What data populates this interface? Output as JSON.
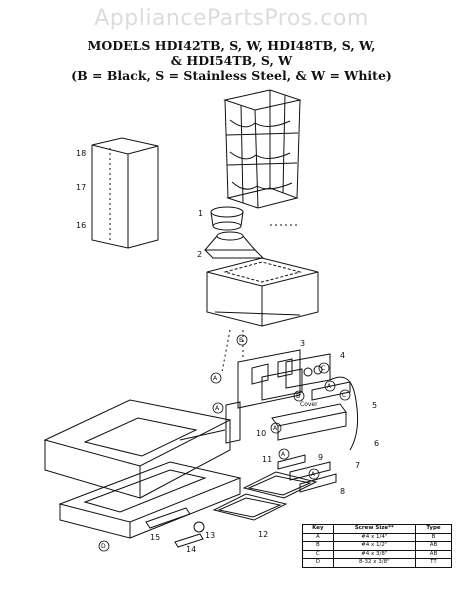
{
  "watermark": "AppliancePartsPros.com",
  "title": {
    "line1": "MODELS HDI42TB, S, W, HDI48TB, S, W,",
    "line2": "& HDI54TB, S, W",
    "line3": "(B = Black, S = Stainless Steel, & W = White)"
  },
  "part_numbers": [
    "18",
    "17",
    "16",
    "1",
    "2",
    "3",
    "4",
    "5",
    "6",
    "7",
    "8",
    "9",
    "10",
    "11",
    "12",
    "13",
    "14",
    "15"
  ],
  "screw_refs": [
    "A",
    "A",
    "A",
    "A",
    "A",
    "A",
    "B",
    "B",
    "C",
    "C",
    "D"
  ],
  "cover_label": "Cover",
  "screw_table": {
    "headers": [
      "Key",
      "Screw Size**",
      "Type"
    ],
    "rows": [
      [
        "A",
        "#4 x 1/4\"",
        "B"
      ],
      [
        "B",
        "#4 x 1/2\"",
        "AB"
      ],
      [
        "C",
        "#4 x 3/8\"",
        "AB"
      ],
      [
        "D",
        "8-32 x 3/8\"",
        "TT"
      ]
    ]
  }
}
